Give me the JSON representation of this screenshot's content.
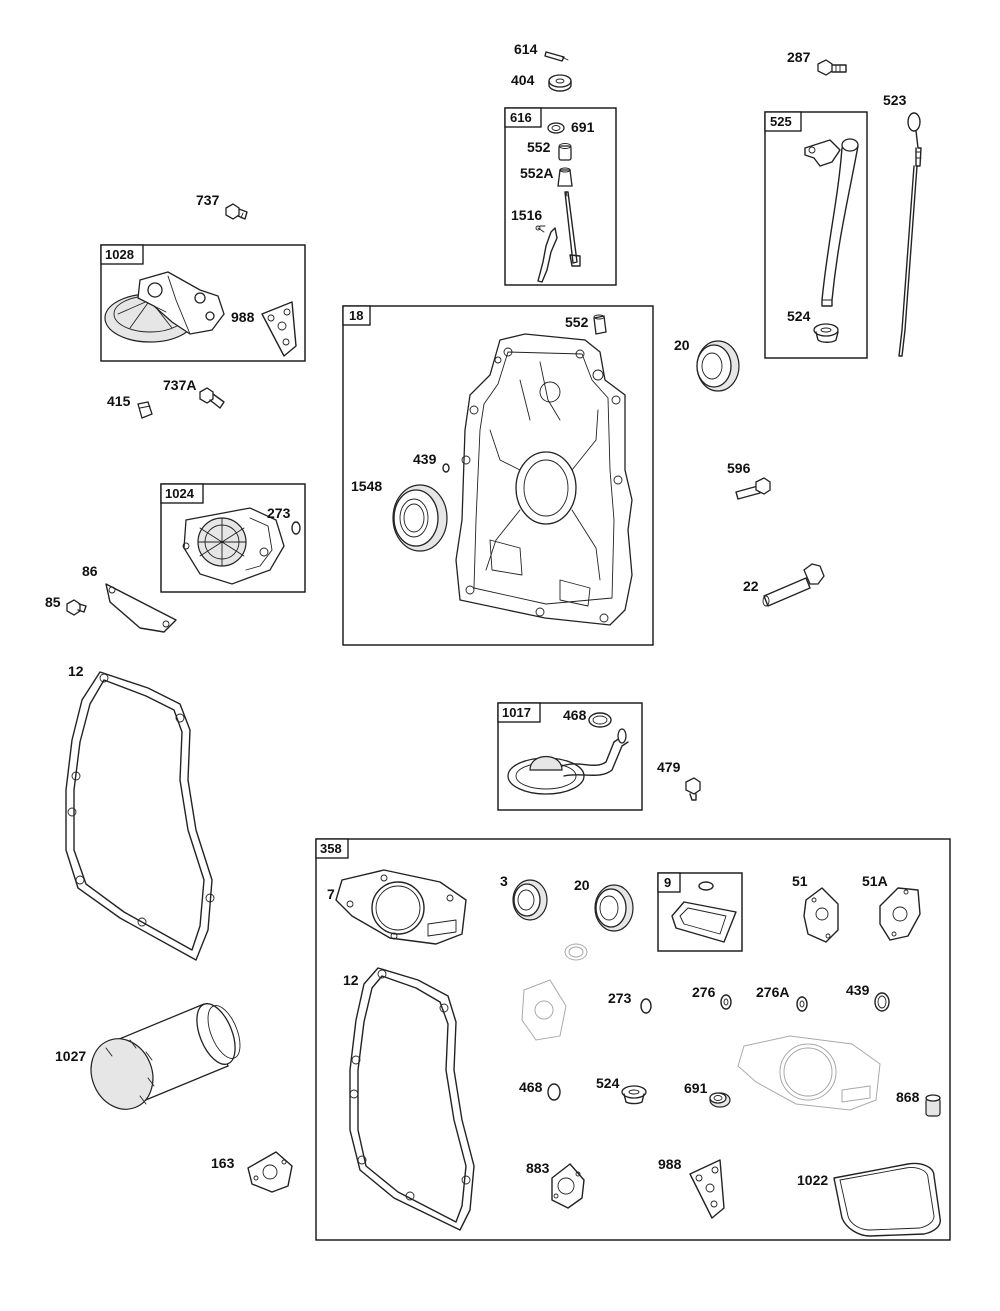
{
  "labels": {
    "l614": "614",
    "l404": "404",
    "l287": "287",
    "l523": "523",
    "l616": "616",
    "l691a": "691",
    "l552a": "552",
    "l552A": "552A",
    "l1516": "1516",
    "l525": "525",
    "l524a": "524",
    "l737": "737",
    "l1028": "1028",
    "l988a": "988",
    "l18": "18",
    "l552b": "552",
    "l20a": "20",
    "l415": "415",
    "l737A": "737A",
    "l439a": "439",
    "l1548": "1548",
    "l596": "596",
    "l1024": "1024",
    "l273a": "273",
    "l86": "86",
    "l85": "85",
    "l22": "22",
    "l12a": "12",
    "l1017": "1017",
    "l468a": "468",
    "l479": "479",
    "l358": "358",
    "l7": "7",
    "l3": "3",
    "l20b": "20",
    "l9": "9",
    "l51": "51",
    "l51A": "51A",
    "l12b": "12",
    "l273b": "273",
    "l276": "276",
    "l276A": "276A",
    "l439b": "439",
    "l1027": "1027",
    "l468b": "468",
    "l524b": "524",
    "l691b": "691",
    "l868": "868",
    "l163": "163",
    "l883": "883",
    "l988b": "988",
    "l1022": "1022"
  }
}
